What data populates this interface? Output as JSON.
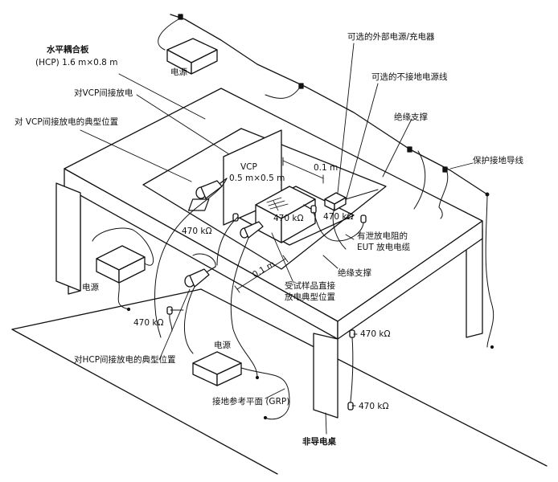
{
  "labels": {
    "hcp_title": "水平耦合板",
    "hcp_size": "(HCP) 1.6 m×0.8 m",
    "psu": "电源",
    "vcp_indirect": "对VCP间接放电",
    "vcp_typical": "对 VCP间接放电的典型位置",
    "vcp": "VCP",
    "vcp_size": "0.5 m×0.5 m",
    "opt_power": "可选的外部电源/充电器",
    "opt_ungrounded_cable": "可选的不接地电源线",
    "insulating_support": "绝缘支撑",
    "protective_ground": "保护接地导线",
    "resistor": "470 kΩ",
    "bleed_cable_1": "有泄放电阻的",
    "bleed_cable_2": "EUT 放电电缆",
    "dist_01": "0.1 m",
    "eut_direct_1": "受试样品直接",
    "eut_direct_2": "放电典型位置",
    "hcp_typical": "对HCP间接放电的典型位置",
    "grp": "接地参考平面 (GRP)",
    "table": "非导电桌"
  },
  "colors": {
    "line": "#111111",
    "background": "#ffffff"
  }
}
